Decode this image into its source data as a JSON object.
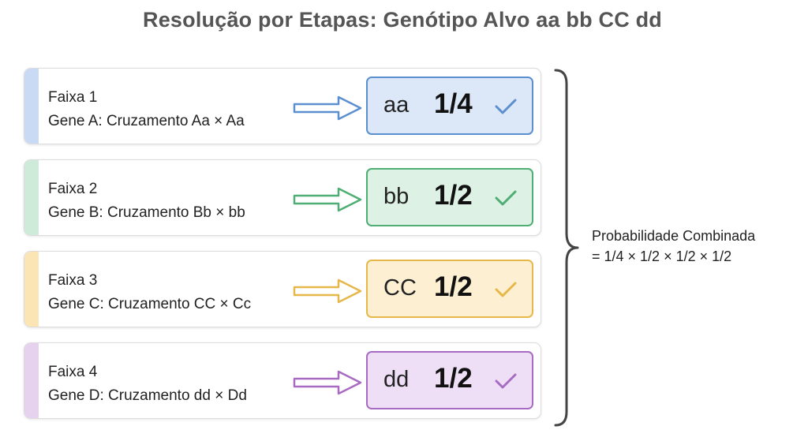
{
  "title": "Resolução por Etapas: Genótipo Alvo aa bb CC dd",
  "lanes": [
    {
      "label": "Faixa 1",
      "cross": "Gene A: Cruzamento Aa × Aa",
      "genotype": "aa",
      "probability": "1/4",
      "accent": "#c9daf4",
      "border": "#5b8fd0",
      "fill": "#dce8f7",
      "arrow": "#5b8fd0"
    },
    {
      "label": "Faixa 2",
      "cross": "Gene B: Cruzamento Bb × bb",
      "genotype": "bb",
      "probability": "1/2",
      "accent": "#cdebd8",
      "border": "#4fae73",
      "fill": "#ddf2e4",
      "arrow": "#4fae73"
    },
    {
      "label": "Faixa 3",
      "cross": "Gene C: Cruzamento CC × Cc",
      "genotype": "CC",
      "probability": "1/2",
      "accent": "#fbe5b4",
      "border": "#e6b84a",
      "fill": "#fdf0d2",
      "arrow": "#e6b84a"
    },
    {
      "label": "Faixa 4",
      "cross": "Gene D: Cruzamento dd × Dd",
      "genotype": "dd",
      "probability": "1/2",
      "accent": "#e6d2ef",
      "border": "#a76cc2",
      "fill": "#efdff6",
      "arrow": "#a76cc2"
    }
  ],
  "combined": {
    "label": "Probabilidade Combinada",
    "formula": "= 1/4 × 1/2 × 1/2 × 1/2"
  }
}
